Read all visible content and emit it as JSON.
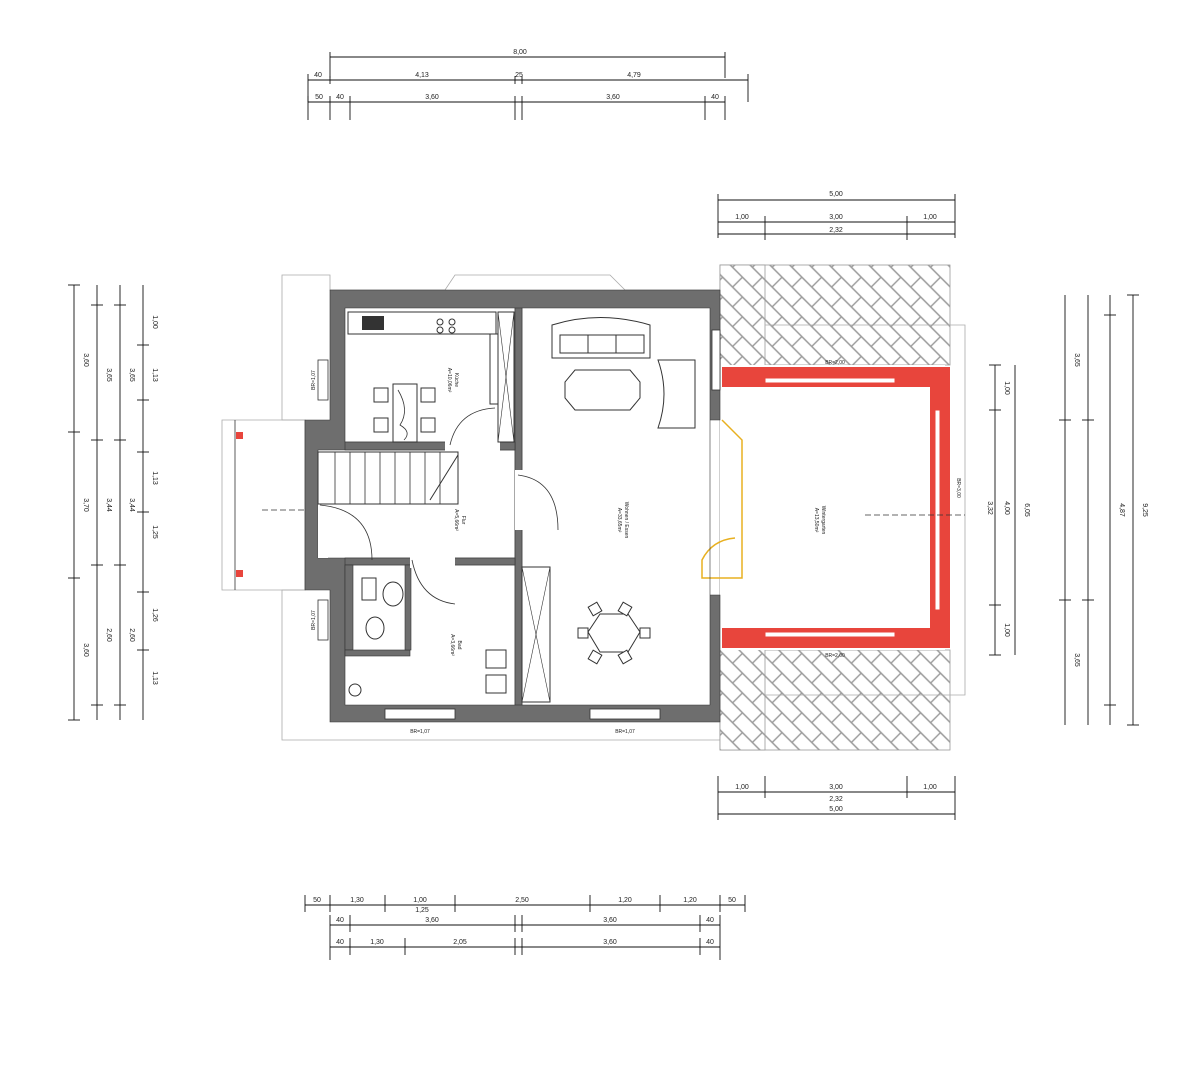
{
  "dimensions": {
    "top": {
      "total": "8,00",
      "row2": [
        "40",
        "4,13",
        "25",
        "4,79"
      ],
      "row3": [
        "50",
        "40",
        "3,60",
        "3,60",
        "40"
      ]
    },
    "bottom": {
      "row1": [
        "50",
        "1,30",
        "1,00",
        "2,50",
        "1,20",
        "1,20",
        "50"
      ],
      "row2": [
        "40",
        "3,60",
        "1,25",
        "3,60",
        "40"
      ],
      "row3": [
        "40",
        "1,30",
        "2,05",
        "3,60",
        "40"
      ]
    },
    "conservatory_top": {
      "total": "5,00",
      "parts": [
        "1,00",
        "3,00",
        "1,00"
      ],
      "sub": "2,32"
    },
    "conservatory_bottom": {
      "parts": [
        "1,00",
        "3,00",
        "1,00"
      ],
      "total": "5,00",
      "sub": "2,32"
    },
    "left": {
      "outer": [
        "3,60",
        "3,70",
        "3,60"
      ],
      "mid": [
        "3,65",
        "3,44",
        "2,60"
      ],
      "inner": [
        "1,00",
        "1,13",
        "1,13",
        "1,25",
        "1,26",
        "1,13"
      ]
    },
    "right_outer": {
      "total": "9,25",
      "sub": "4,87",
      "parts": [
        "3,65",
        "3,65"
      ]
    },
    "right_inner": {
      "total": "6,05",
      "parts": [
        "1,00",
        "4,00",
        "1,00"
      ],
      "sub": "3,32"
    }
  },
  "rooms": [
    {
      "name": "Küche",
      "area": "A=10,06m²"
    },
    {
      "name": "Flur",
      "area": "A=5,66m²"
    },
    {
      "name": "Wohnen / Essen",
      "area": "A=33,65m²"
    },
    {
      "name": "Bad",
      "area": "A=3,66m²"
    },
    {
      "name": "Wintergarten",
      "area": "A=13,50m²"
    }
  ],
  "windows": [
    "BR=1,07",
    "BR=1,07",
    "BR=1,07",
    "BR=1,07",
    "BR=2,00",
    "BR=2,00",
    "BR=3,00"
  ],
  "colors": {
    "wall": "#6e6e6e",
    "conservatory": "#e8453c",
    "door_yellow": "#e8b020",
    "hatch": "#9a9a9a"
  }
}
